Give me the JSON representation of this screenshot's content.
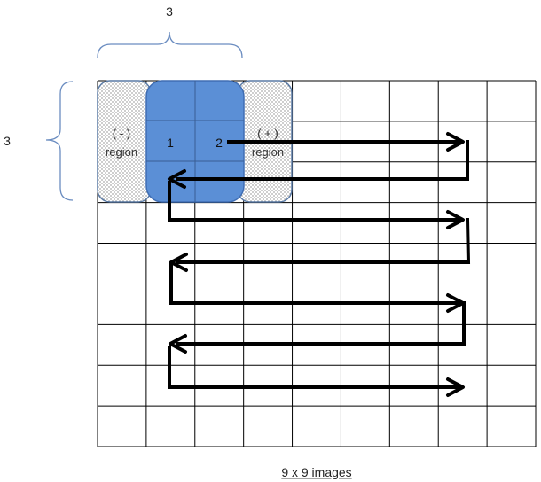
{
  "top_brace_label": "3",
  "left_brace_label": "3",
  "cell_label_1": "1",
  "cell_label_2": "2",
  "neg_region": {
    "line1": "( - )",
    "line2": "region"
  },
  "pos_region": {
    "line1": "( + )",
    "line2": "region"
  },
  "caption": "9 x 9 images",
  "grid": {
    "columns": 9,
    "rows": 9
  },
  "colors": {
    "window_fill": "#5b8fd6",
    "window_stroke": "#3f6db3",
    "region_stroke": "#5b7ba6",
    "grid_line": "#000000",
    "arrow": "#000000",
    "brace": "#6a8cc0"
  }
}
